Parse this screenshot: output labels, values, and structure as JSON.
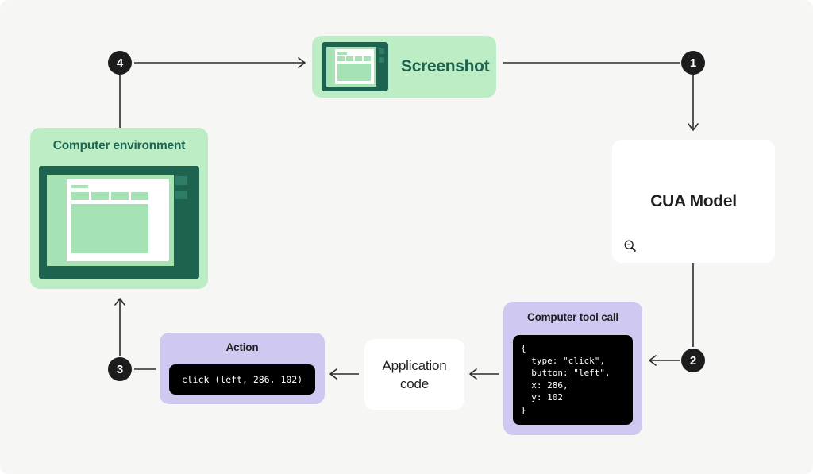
{
  "diagram": {
    "background_color": "#f6f6f5",
    "accent_green": "#bdedc4",
    "accent_dark_green": "#1d6350",
    "accent_purple": "#cfc9f1",
    "badge_color": "#1c1c1c"
  },
  "nodes": {
    "screenshot": {
      "label": "Screenshot",
      "icon": "monitor-screenshot-icon"
    },
    "computer_environment": {
      "title": "Computer environment",
      "icon": "monitor-desktop-icon"
    },
    "cua_model": {
      "label": "CUA Model",
      "icon": "zoom-out-icon"
    },
    "computer_tool_call": {
      "title": "Computer tool call",
      "code": "{\n  type: \"click\",\n  button: \"left\",\n  x: 286,\n  y: 102\n}"
    },
    "application_code": {
      "line1": "Application",
      "line2": "code"
    },
    "action": {
      "title": "Action",
      "code": "click (left, 286, 102)"
    }
  },
  "steps": [
    {
      "number": "1"
    },
    {
      "number": "2"
    },
    {
      "number": "3"
    },
    {
      "number": "4"
    }
  ]
}
